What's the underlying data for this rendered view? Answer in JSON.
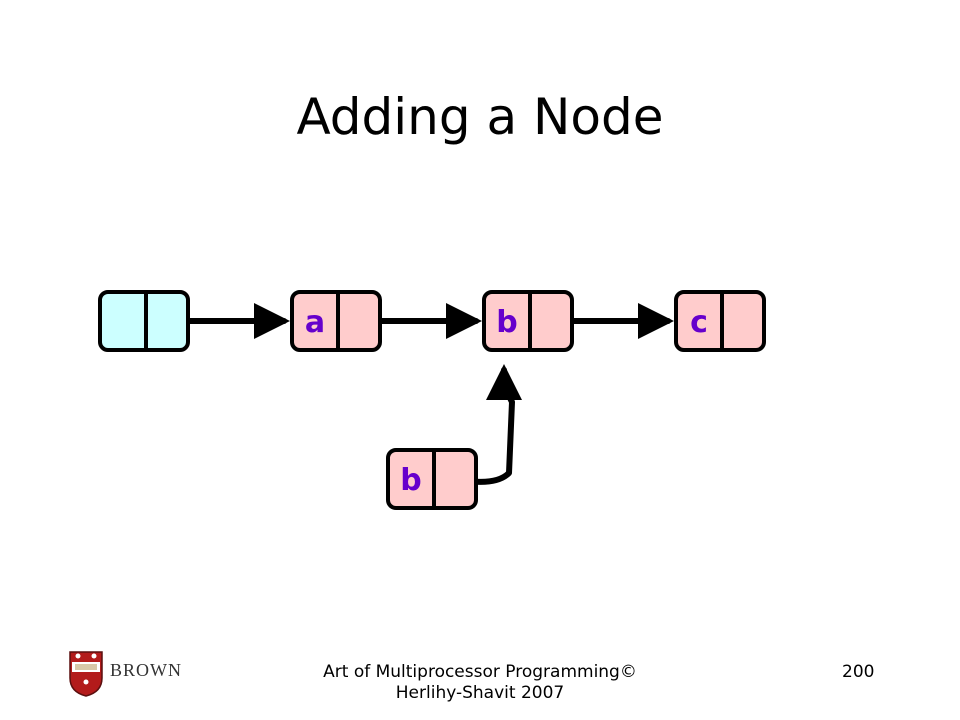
{
  "slide": {
    "title": "Adding a Node",
    "footer": "Art of Multiprocessor Programming© Herlihy-Shavit 2007",
    "page_number": "200"
  },
  "logo": {
    "icon": "brown-university-shield-icon",
    "text": "BROWN"
  },
  "diagram": {
    "nodes": [
      {
        "id": "head",
        "label": "",
        "fill": "#ccffff"
      },
      {
        "id": "a",
        "label": "a",
        "fill": "#ffcccc"
      },
      {
        "id": "b",
        "label": "b",
        "fill": "#ffcccc"
      },
      {
        "id": "c",
        "label": "c",
        "fill": "#ffcccc"
      },
      {
        "id": "b-new",
        "label": "b",
        "fill": "#ffcccc"
      }
    ],
    "links": [
      {
        "from": "head",
        "to": "a"
      },
      {
        "from": "a",
        "to": "b"
      },
      {
        "from": "b",
        "to": "c"
      },
      {
        "from": "b-new",
        "to": "b"
      }
    ],
    "text_color": "#6600cc",
    "stroke_color": "#000000"
  }
}
